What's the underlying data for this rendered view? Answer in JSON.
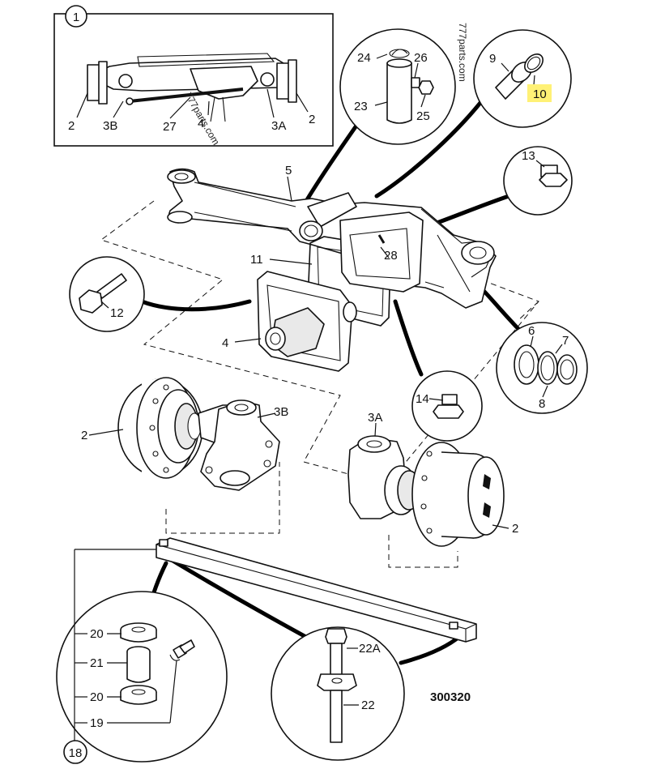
{
  "drawing_number": "300320",
  "watermark": "777parts.com",
  "highlight_color": "#fff176",
  "callouts": {
    "c1": "1",
    "c2_tl": "2",
    "c3b_t": "3B",
    "c27": "27",
    "c4_t": "4",
    "c3a_t": "3A",
    "c2_tr": "2",
    "c24": "24",
    "c26": "26",
    "c23": "23",
    "c25": "25",
    "c9": "9",
    "c10": "10",
    "c13": "13",
    "c5": "5",
    "c11": "11",
    "c28": "28",
    "c12": "12",
    "c4": "4",
    "c6": "6",
    "c7": "7",
    "c8": "8",
    "c14": "14",
    "c2_l": "2",
    "c3b": "3B",
    "c3a": "3A",
    "c2_r": "2",
    "c20_a": "20",
    "c21": "21",
    "c20_b": "20",
    "c19": "19",
    "c18": "18",
    "c22a": "22A",
    "c22": "22"
  }
}
